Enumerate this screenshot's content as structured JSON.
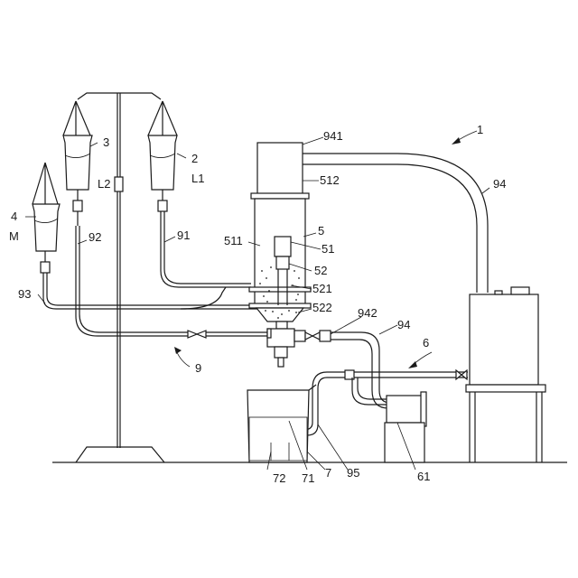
{
  "labels": {
    "l1": "1",
    "l2": "2",
    "l3": "3",
    "l4": "4",
    "lM": "M",
    "lL1": "L1",
    "lL2": "L2",
    "l941": "941",
    "l512": "512",
    "l94a": "94",
    "l5": "5",
    "l511": "511",
    "l51": "51",
    "l92": "92",
    "l91": "91",
    "l52": "52",
    "l521": "521",
    "l93": "93",
    "l522": "522",
    "l942": "942",
    "l94b": "94",
    "l6": "6",
    "l9": "9",
    "l7": "7",
    "l72": "72",
    "l71": "71",
    "l95": "95",
    "l61": "61"
  },
  "colors": {
    "line": "#1a1a1a",
    "background": "#ffffff"
  }
}
